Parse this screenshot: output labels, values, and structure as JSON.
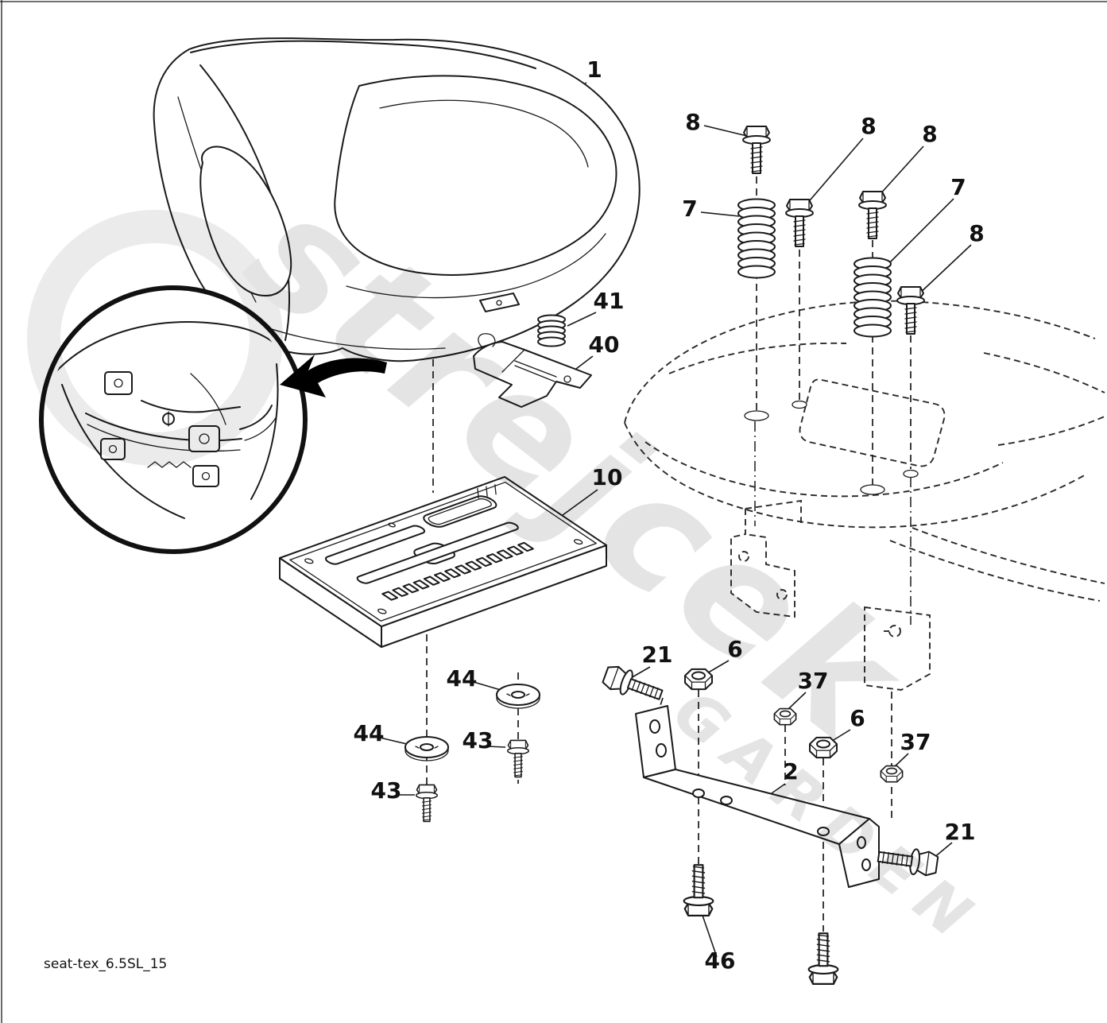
{
  "footer_code": "seat-tex_6.5SL_15",
  "watermark": {
    "line1": "strejcek",
    "line2": "GARDEN"
  },
  "labels": [
    {
      "ref": "1",
      "part": "seat-assembly"
    },
    {
      "ref": "8",
      "part": "flange-bolt"
    },
    {
      "ref": "8",
      "part": "flange-bolt"
    },
    {
      "ref": "8",
      "part": "flange-bolt"
    },
    {
      "ref": "7",
      "part": "seat-spring"
    },
    {
      "ref": "7",
      "part": "seat-spring"
    },
    {
      "ref": "8",
      "part": "flange-bolt"
    },
    {
      "ref": "41",
      "part": "small-spring"
    },
    {
      "ref": "40",
      "part": "clip-bracket"
    },
    {
      "ref": "10",
      "part": "seat-pan"
    },
    {
      "ref": "21",
      "part": "shoulder-bolt"
    },
    {
      "ref": "6",
      "part": "flange-nut"
    },
    {
      "ref": "37",
      "part": "nut"
    },
    {
      "ref": "6",
      "part": "flange-nut"
    },
    {
      "ref": "37",
      "part": "nut"
    },
    {
      "ref": "2",
      "part": "seat-bracket"
    },
    {
      "ref": "21",
      "part": "shoulder-bolt"
    },
    {
      "ref": "44",
      "part": "washer"
    },
    {
      "ref": "44",
      "part": "washer"
    },
    {
      "ref": "43",
      "part": "bolt"
    },
    {
      "ref": "43",
      "part": "bolt"
    },
    {
      "ref": "46",
      "part": "flange-bolt"
    }
  ]
}
